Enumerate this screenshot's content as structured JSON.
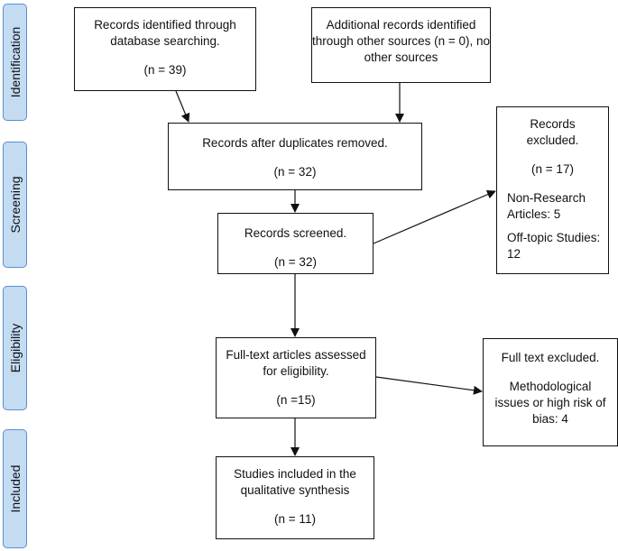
{
  "phases": {
    "identification": "Identification",
    "screening": "Screening",
    "eligibility": "Eligibility",
    "included": "Included"
  },
  "boxes": {
    "database": {
      "line1": "Records identified through",
      "line2": "database searching.",
      "count": "(n = 39)"
    },
    "other_sources": {
      "line1": "Additional records identified",
      "line2": "through other sources (n = 0), no",
      "line3": "other sources"
    },
    "duplicates_removed": {
      "line1": "Records after duplicates removed.",
      "count": "(n = 32)"
    },
    "screened": {
      "line1": "Records screened.",
      "count": "(n = 32)"
    },
    "excluded": {
      "line1": "Records",
      "line2": "excluded.",
      "count": "(n = 17)",
      "reason1_a": "Non-Research",
      "reason1_b": "Articles: 5",
      "reason2_a": "Off-topic Studies:",
      "reason2_b": "12"
    },
    "full_text": {
      "line1": "Full-text articles assessed",
      "line2": "for eligibility.",
      "count": "(n =15)"
    },
    "full_text_excluded": {
      "line1": "Full text excluded.",
      "line2": "Methodological",
      "line3": "issues or high risk of",
      "line4": "bias: 4"
    },
    "included": {
      "line1": "Studies included in the",
      "line2": "qualitative synthesis",
      "count": "(n = 11)"
    }
  }
}
